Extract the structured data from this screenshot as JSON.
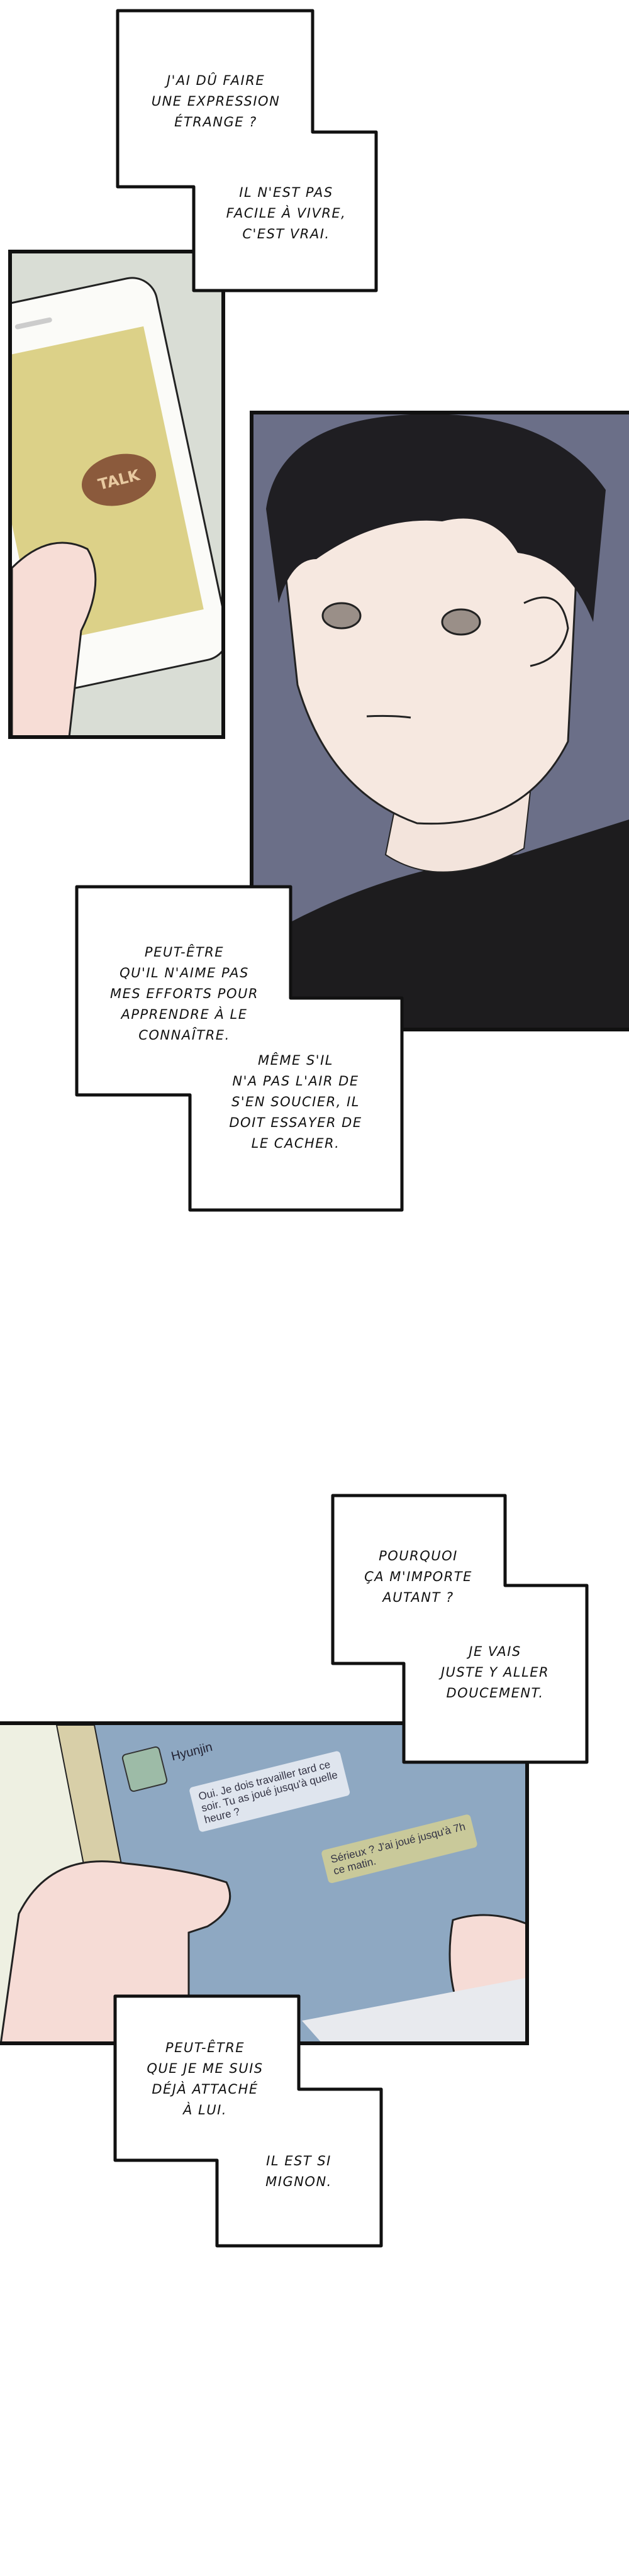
{
  "captions": [
    {
      "lines": [
        "J'AI DÛ FAIRE",
        "UNE EXPRESSION",
        "ÉTRANGE ?"
      ]
    },
    {
      "lines": [
        "IL N'EST PAS",
        "FACILE À VIVRE,",
        "C'EST VRAI."
      ]
    },
    {
      "lines": [
        "PEUT-ÊTRE",
        "QU'IL N'AIME PAS",
        "MES EFFORTS POUR",
        "APPRENDRE À LE",
        "CONNAÎTRE."
      ]
    },
    {
      "lines": [
        "MÊME S'IL",
        "N'A PAS L'AIR DE",
        "S'EN SOUCIER, IL",
        "DOIT ESSAYER DE",
        "LE CACHER."
      ]
    },
    {
      "lines": [
        "POURQUOI",
        "ÇA M'IMPORTE",
        "AUTANT ?"
      ]
    },
    {
      "lines": [
        "JE VAIS",
        "JUSTE Y ALLER",
        "DOUCEMENT."
      ]
    },
    {
      "lines": [
        "PEUT-ÊTRE",
        "QUE JE ME SUIS",
        "DÉJÀ ATTACHÉ",
        "À LUI."
      ]
    },
    {
      "lines": [
        "IL EST SI",
        "MIGNON."
      ]
    }
  ],
  "phone_panel": {
    "app_logo_text": "TALK"
  },
  "chat": {
    "contact_name": "Hyunjin",
    "messages": [
      {
        "from": "Hyunjin",
        "lines": [
          "Oui. Je dois travailler tard ce",
          "soir. Tu as joué jusqu'à quelle",
          "heure ?"
        ]
      },
      {
        "from": "me",
        "lines": [
          "Sérieux ? J'ai joué jusqu'à 7h",
          "ce matin."
        ]
      }
    ]
  },
  "colors": {
    "ink": "#111111",
    "phone_screen": "#dcd188",
    "talk_logo": "#8b5a3c",
    "face_bg": "#6b6f88",
    "chat_screen": "#8ea8c2",
    "bubble_in": "#dfe5ee",
    "bubble_out": "#c9c99a",
    "skin": "#f6dcd6"
  }
}
